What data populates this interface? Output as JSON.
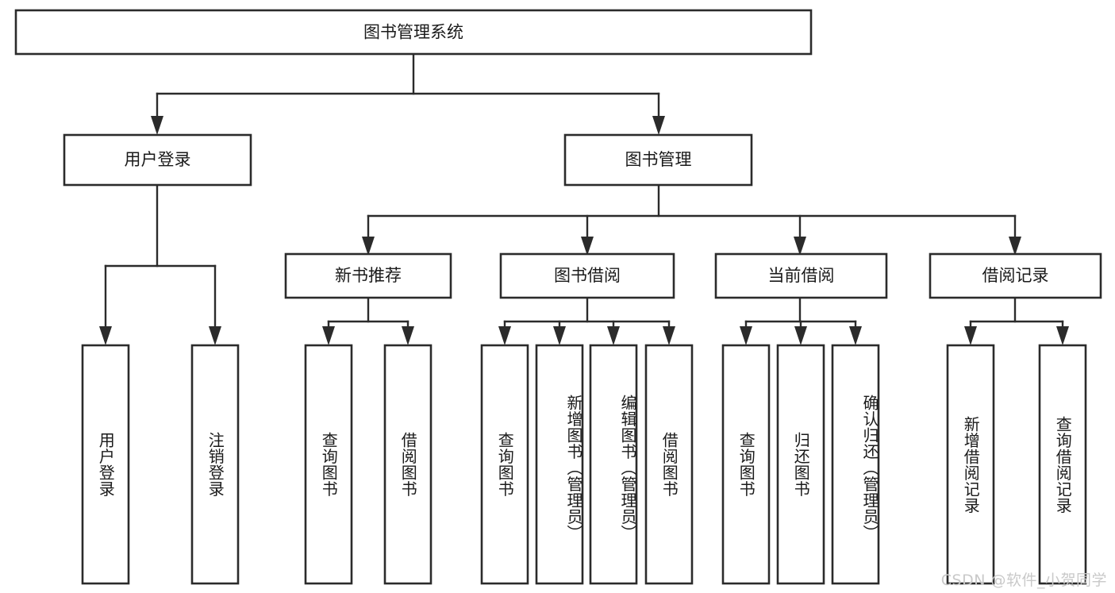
{
  "diagram": {
    "type": "tree",
    "title_node": "图书管理系统",
    "watermark": "CSDN @软件_小贺同学",
    "colors": {
      "box_stroke": "#2b2b2b",
      "box_fill": "#ffffff",
      "text": "#1a1a1a",
      "background": "#ffffff",
      "watermark": "#c9c9c9"
    },
    "nodes": {
      "root": "图书管理系统",
      "level2": [
        "用户登录",
        "图书管理"
      ],
      "level3": [
        "新书推荐",
        "图书借阅",
        "当前借阅",
        "借阅记录"
      ],
      "leaves": {
        "user_login": [
          "用户登录",
          "注销登录"
        ],
        "new_book_recommend": [
          "查询图书",
          "借阅图书"
        ],
        "book_borrow": [
          "查询图书",
          "新增图书（管理员）",
          "编辑图书（管理员）",
          "借阅图书"
        ],
        "current_borrow": [
          "查询图书",
          "归还图书",
          "确认归还（管理员）"
        ],
        "borrow_record": [
          "新增借阅记录",
          "查询借阅记录"
        ]
      }
    }
  }
}
